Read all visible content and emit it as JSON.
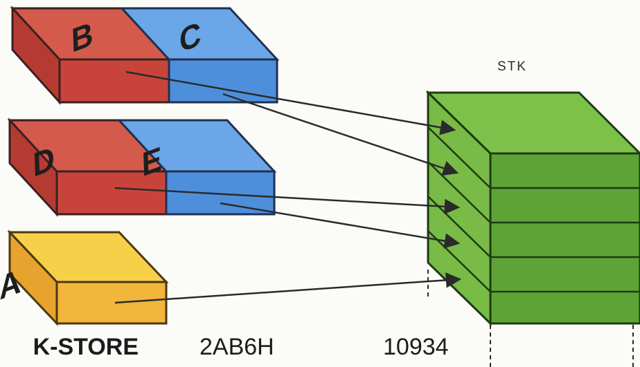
{
  "blocks": {
    "b": "B",
    "c": "C",
    "d": "D",
    "e": "E",
    "a": "A"
  },
  "stack_label": "STK",
  "bottom_labels": {
    "store": "K-STORE",
    "hex": "2AB6H",
    "dec": "10934"
  },
  "colors": {
    "red": "#cc4a3f",
    "blue": "#5b9be0",
    "yellow": "#f5c23c",
    "green": "#6cae3a"
  }
}
